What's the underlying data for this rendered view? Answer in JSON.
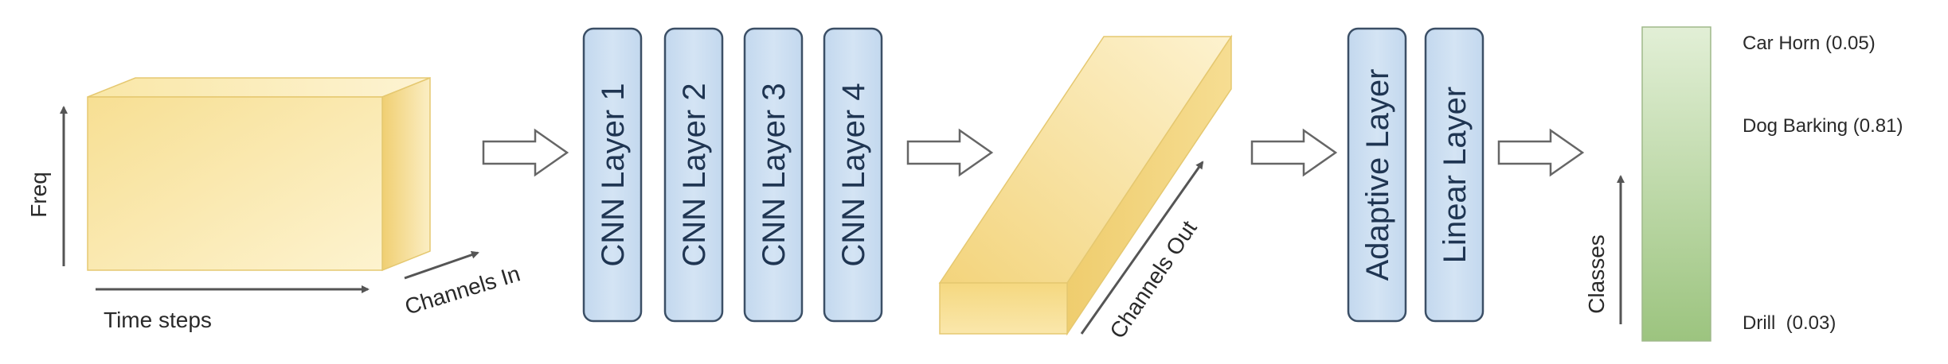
{
  "input_block": {
    "freq_label": "Freq",
    "time_label": "Time steps",
    "channels_in_label": "Channels In"
  },
  "cnn_layers": [
    {
      "label": "CNN Layer 1"
    },
    {
      "label": "CNN Layer 2"
    },
    {
      "label": "CNN Layer 3"
    },
    {
      "label": "CNN Layer 4"
    }
  ],
  "output_block": {
    "channels_out_label": "Channels Out"
  },
  "head_layers": [
    {
      "label": "Adaptive Layer"
    },
    {
      "label": "Linear Layer"
    }
  ],
  "classes": {
    "axis_label": "Classes",
    "items": [
      {
        "label": "Car Horn (0.05)"
      },
      {
        "label": "Dog Barking (0.81)"
      },
      {
        "label": "Drill  (0.03)"
      }
    ]
  },
  "colors": {
    "block_fill": "#f6dc8c",
    "layer_fill": "#c9dcef",
    "layer_stroke": "#3b4f66",
    "class_bar": "#a9cc8e"
  }
}
